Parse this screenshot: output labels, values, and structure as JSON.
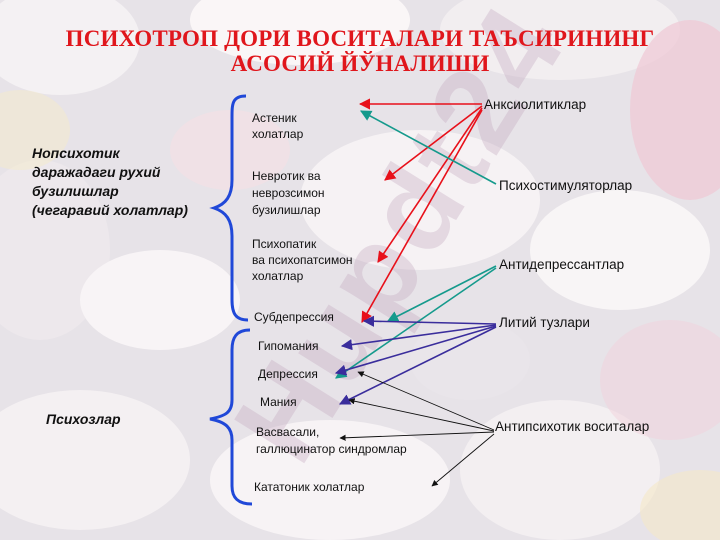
{
  "title": {
    "line1": "ПСИХОТРОП ДОРИ ВОСИТАЛАРИ ТАЪСИРИНИНГ",
    "line2": "АСОСИЙ  ЙЎНАЛИШИ"
  },
  "watermark": "Hupdt24",
  "groups": {
    "neurotic": {
      "line1": "Нопсихотик",
      "line2": "даражадаги  рухий",
      "line3": "бузилишлар",
      "line4": "(чегаравий холатлар)"
    },
    "psychoses": {
      "label": "Психозлар"
    }
  },
  "conditions": {
    "asthenic": {
      "line1": "Астеник",
      "line2": "холатлар"
    },
    "neurotic_states": {
      "line1": "Невротик ва",
      "line2": "неврозсимон",
      "line3": "бузилишлар"
    },
    "psychopathic": {
      "line1": "Психопатик",
      "line2": "ва психопатсимон",
      "line3": "холатлар"
    },
    "subdepression": "Субдепрессия",
    "hypomania": "Гипомания",
    "depression": "Депрессия",
    "mania": "Мания",
    "delusions": {
      "line1": "Васвасали,",
      "line2": "галлюцинатор синдромлар"
    },
    "catatonic": "Кататоник холатлар"
  },
  "drugs": {
    "anxiolytics": "Анксиолитиклар",
    "psychostimulants": "Психостимуляторлар",
    "antidepressants": "Антидепрессантлар",
    "lithium": "Литий тузлари",
    "antipsychotics": "Антипсихотик воситалар"
  },
  "colors": {
    "title": "#e0161c",
    "anxiolytics_arrows": "#e8101a",
    "psychostimulants_arrows": "#159a8c",
    "antidepressants_arrows": "#159a8c",
    "lithium_arrows": "#3a2d9c",
    "antipsychotics_arrows": "#111111",
    "brace": "#2048d8"
  }
}
